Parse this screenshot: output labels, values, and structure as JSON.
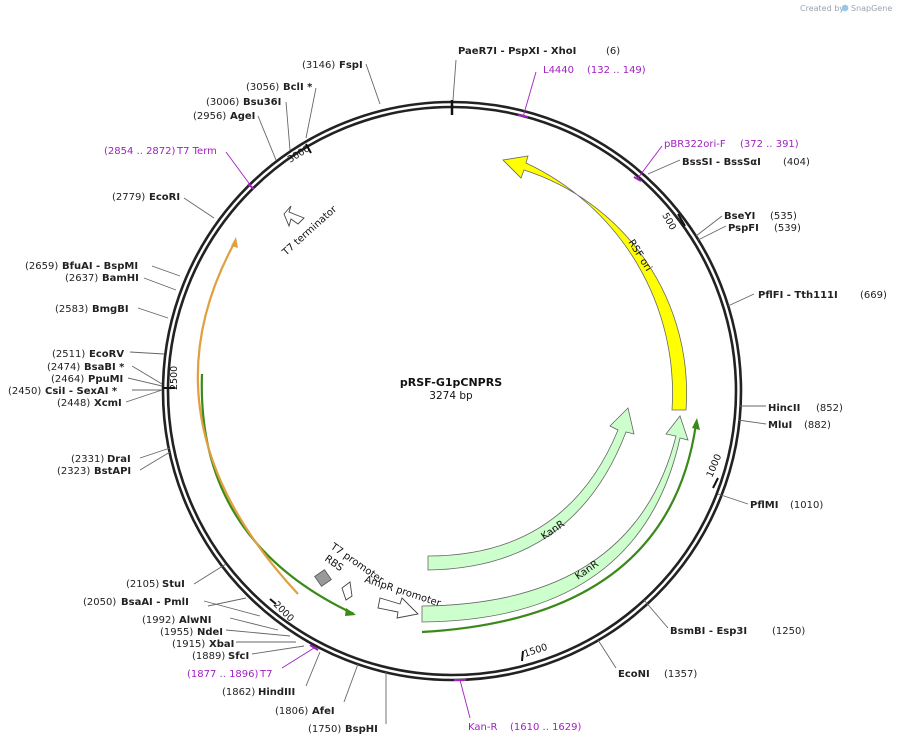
{
  "credit": {
    "text": "Created by",
    "brand": "SnapGene"
  },
  "plasmid": {
    "name": "pRSF-G1pCNPRS",
    "length": "3274 bp"
  },
  "ticks": [
    "500",
    "1000",
    "1500",
    "2000",
    "2500",
    "3000"
  ],
  "features": {
    "rsf_ori": "RSF ori",
    "kanr_inner": "KanR",
    "kanr_outer": "KanR",
    "t7_terminator": "T7 terminator",
    "t7_promoter": "T7 promoter",
    "rbs": "RBS",
    "ampr_promoter": "AmpR promoter"
  },
  "sites": [
    {
      "pos": "(6)",
      "name": "PaeR7I  - PspXI  - XhoI"
    },
    {
      "pos": "(404)",
      "name": "BssSI  - BssSαI"
    },
    {
      "pos": "(535)",
      "name": "BseYI"
    },
    {
      "pos": "(539)",
      "name": "PspFI"
    },
    {
      "pos": "(669)",
      "name": "PflFI  - Tth111I"
    },
    {
      "pos": "(852)",
      "name": "HincII"
    },
    {
      "pos": "(882)",
      "name": "MluI"
    },
    {
      "pos": "(1010)",
      "name": "PflMI"
    },
    {
      "pos": "(1250)",
      "name": "BsmBI  - Esp3I"
    },
    {
      "pos": "(1357)",
      "name": "EcoNI"
    },
    {
      "pos": "(1750)",
      "name": "BspHI"
    },
    {
      "pos": "(1806)",
      "name": "AfeI"
    },
    {
      "pos": "(1862)",
      "name": "HindIII"
    },
    {
      "pos": "(1889)",
      "name": "SfcI"
    },
    {
      "pos": "(1915)",
      "name": "XbaI"
    },
    {
      "pos": "(1955)",
      "name": "NdeI"
    },
    {
      "pos": "(1992)",
      "name": "AlwNI"
    },
    {
      "pos": "(2050)",
      "name": "BsaAI  - PmlI"
    },
    {
      "pos": "(2105)",
      "name": "StuI"
    },
    {
      "pos": "(2323)",
      "name": "BstAPI"
    },
    {
      "pos": "(2331)",
      "name": "DraI"
    },
    {
      "pos": "(2448)",
      "name": "XcmI"
    },
    {
      "pos": "(2450)",
      "name": "CsiI  - SexAI *"
    },
    {
      "pos": "(2464)",
      "name": "PpuMI"
    },
    {
      "pos": "(2474)",
      "name": "BsaBI *"
    },
    {
      "pos": "(2511)",
      "name": "EcoRV"
    },
    {
      "pos": "(2583)",
      "name": "BmgBI"
    },
    {
      "pos": "(2637)",
      "name": "BamHI"
    },
    {
      "pos": "(2659)",
      "name": "BfuAI  - BspMI"
    },
    {
      "pos": "(2779)",
      "name": "EcoRI"
    },
    {
      "pos": "(2956)",
      "name": "AgeI"
    },
    {
      "pos": "(3006)",
      "name": "Bsu36I"
    },
    {
      "pos": "(3056)",
      "name": "BclI *"
    },
    {
      "pos": "(3146)",
      "name": "FspI"
    }
  ],
  "primers": [
    {
      "name": "L4440",
      "range": "(132 .. 149)"
    },
    {
      "name": "pBR322ori-F",
      "range": "(372 .. 391)"
    },
    {
      "name": "Kan-R",
      "range": "(1610 .. 1629)"
    },
    {
      "name": "T7",
      "range": "(1877 .. 1896)"
    },
    {
      "name": "T7 Term",
      "range": "(2854 .. 2872)"
    }
  ],
  "colors": {
    "backbone": "#222222",
    "rsf_ori": "#ffff00",
    "kanr": "#ccffcc",
    "primer": "#a020c0",
    "promoter": "#ffffff",
    "rbs": "#999999",
    "green_track": "#3a8a1a",
    "orange_track": "#e0a040"
  }
}
